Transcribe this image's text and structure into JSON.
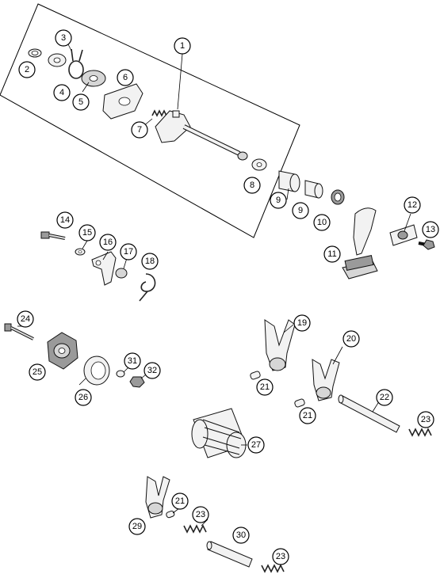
{
  "callouts": [
    {
      "id": "c1",
      "label": "1"
    },
    {
      "id": "c2",
      "label": "2"
    },
    {
      "id": "c3",
      "label": "3"
    },
    {
      "id": "c4",
      "label": "4"
    },
    {
      "id": "c5",
      "label": "5"
    },
    {
      "id": "c6",
      "label": "6"
    },
    {
      "id": "c7",
      "label": "7"
    },
    {
      "id": "c8",
      "label": "8"
    },
    {
      "id": "c9a",
      "label": "9"
    },
    {
      "id": "c9b",
      "label": "9"
    },
    {
      "id": "c10",
      "label": "10"
    },
    {
      "id": "c11",
      "label": "11"
    },
    {
      "id": "c12",
      "label": "12"
    },
    {
      "id": "c13",
      "label": "13"
    },
    {
      "id": "c14",
      "label": "14"
    },
    {
      "id": "c15",
      "label": "15"
    },
    {
      "id": "c16",
      "label": "16"
    },
    {
      "id": "c17",
      "label": "17"
    },
    {
      "id": "c18",
      "label": "18"
    },
    {
      "id": "c19",
      "label": "19"
    },
    {
      "id": "c20",
      "label": "20"
    },
    {
      "id": "c21a",
      "label": "21"
    },
    {
      "id": "c21b",
      "label": "21"
    },
    {
      "id": "c21c",
      "label": "21"
    },
    {
      "id": "c22",
      "label": "22"
    },
    {
      "id": "c23a",
      "label": "23"
    },
    {
      "id": "c23b",
      "label": "23"
    },
    {
      "id": "c23c",
      "label": "23"
    },
    {
      "id": "c24",
      "label": "24"
    },
    {
      "id": "c25",
      "label": "25"
    },
    {
      "id": "c26",
      "label": "26"
    },
    {
      "id": "c27",
      "label": "27"
    },
    {
      "id": "c29",
      "label": "29"
    },
    {
      "id": "c30",
      "label": "30"
    },
    {
      "id": "c31",
      "label": "31"
    },
    {
      "id": "c32",
      "label": "32"
    }
  ]
}
